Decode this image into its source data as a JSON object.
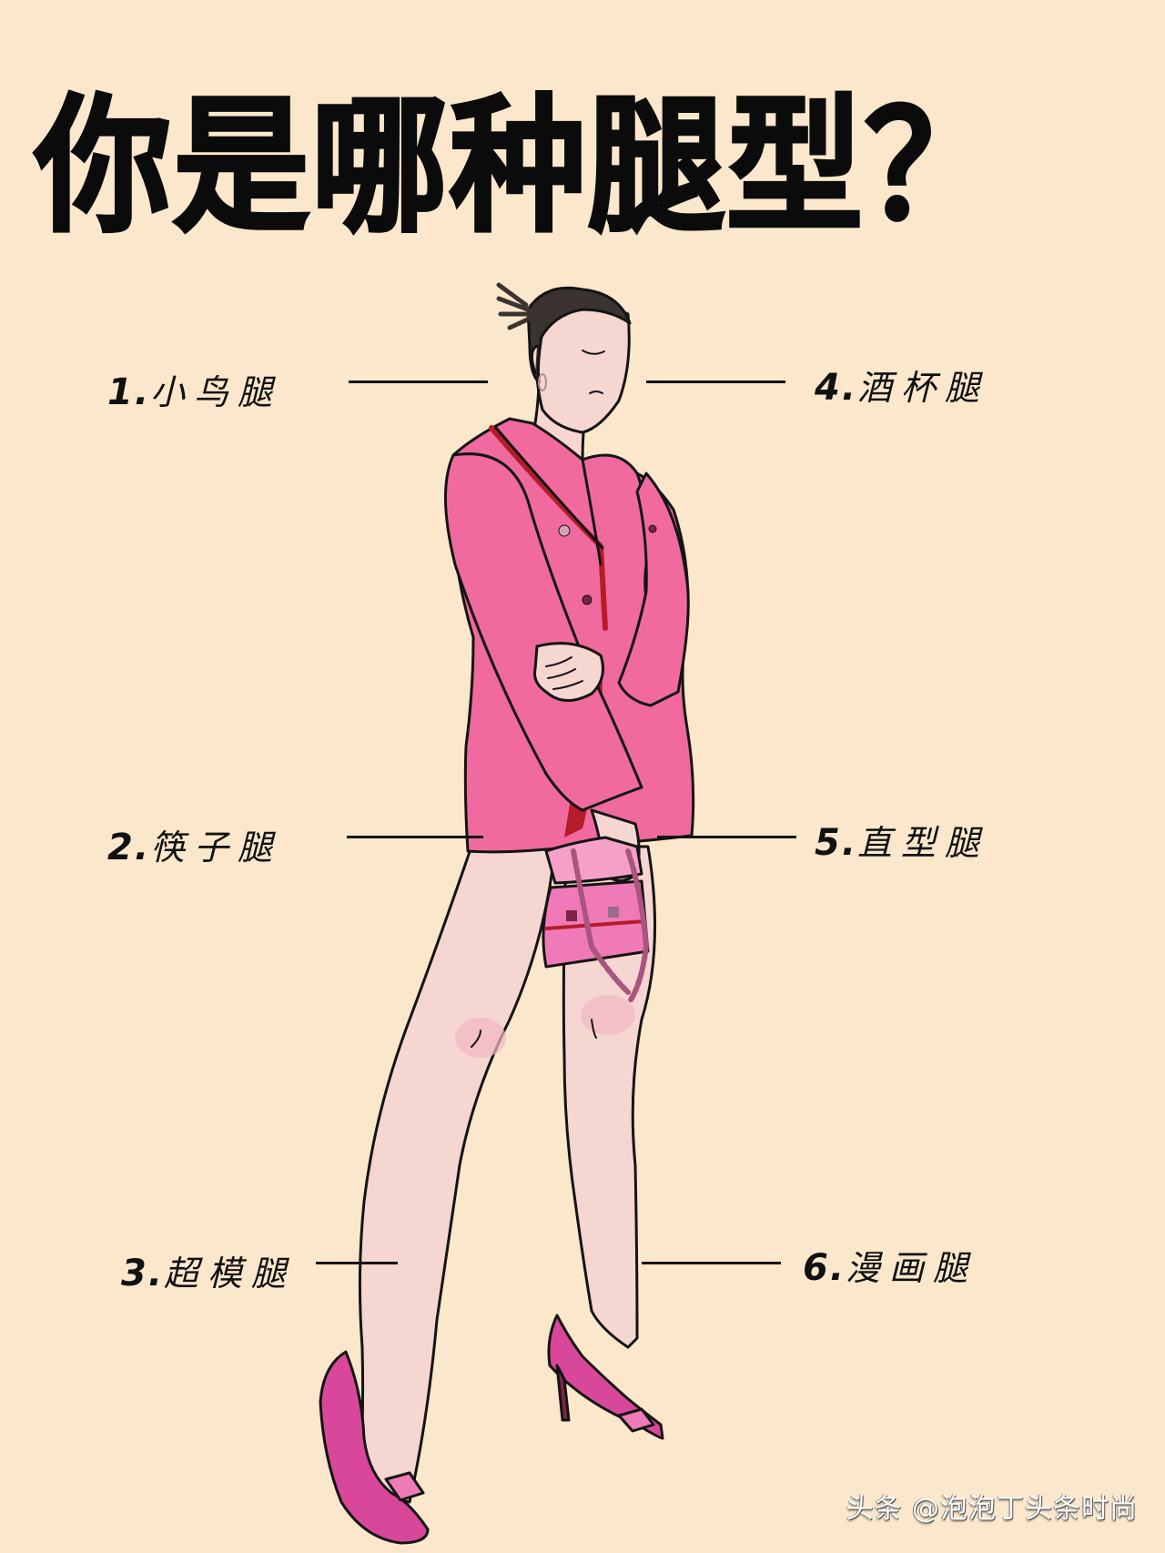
{
  "title": "你是哪种腿型？",
  "labels": [
    {
      "number": "1.",
      "text": "小鸟腿"
    },
    {
      "number": "2.",
      "text": "筷子腿"
    },
    {
      "number": "3.",
      "text": "超模腿"
    },
    {
      "number": "4.",
      "text": "酒杯腿"
    },
    {
      "number": "5.",
      "text": "直型腿"
    },
    {
      "number": "6.",
      "text": "漫画腿"
    }
  ],
  "watermark": "头条 @泡泡丁头条时尚",
  "colors": {
    "background": "#fbe7cb",
    "blazer": "#f06a9e",
    "blazer_shadow": "#b51c2a",
    "skin": "#f6d6d0",
    "hair": "#3a3330",
    "shoes": "#d9479a",
    "bag": "#f07ab8",
    "chain": "#a8557f",
    "line": "#141414"
  }
}
